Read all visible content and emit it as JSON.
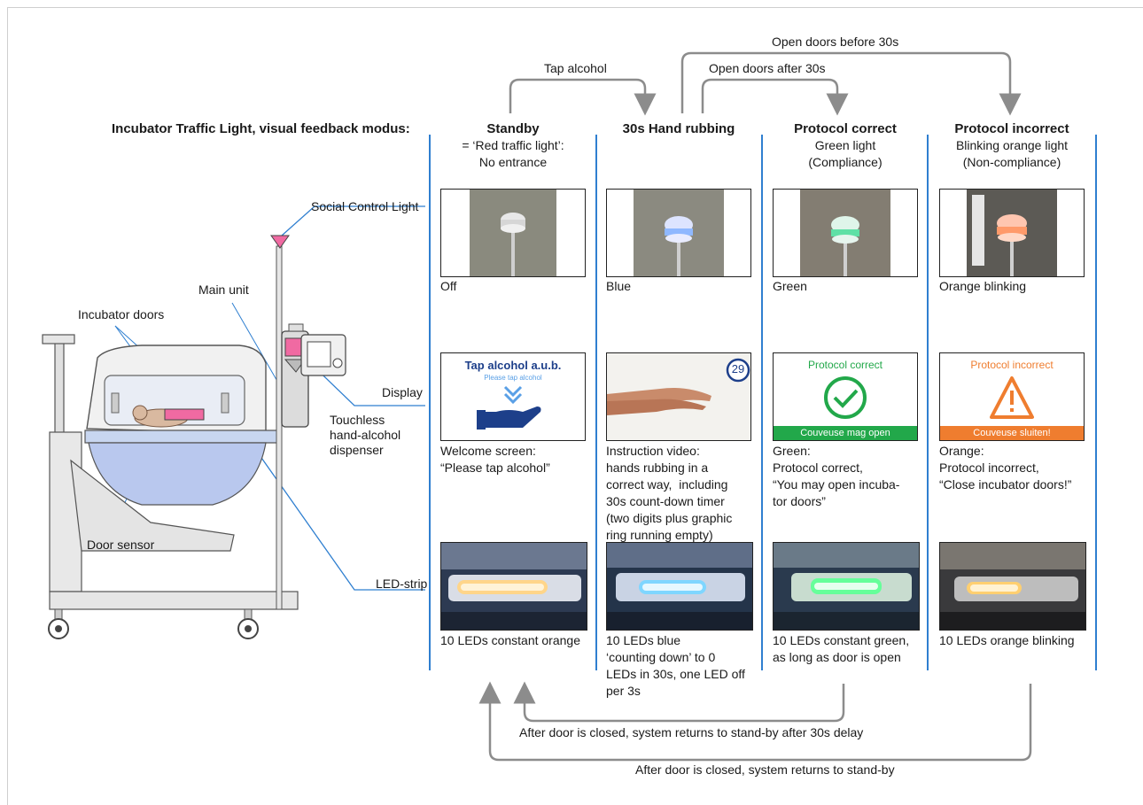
{
  "header": {
    "row_title": "Incubator Traffic Light, visual feedback modus:"
  },
  "transitions": {
    "tap_alcohol": "Tap alcohol",
    "open_before": "Open doors before 30s",
    "open_after": "Open doors after 30s",
    "return_delay": "After door is closed, system returns to stand-by after 30s delay",
    "return": "After door is closed, system returns to stand-by"
  },
  "device_labels": {
    "social_light": "Social Control Light",
    "main_unit": "Main unit",
    "incubator_doors": "Incubator doors",
    "display": "Display",
    "dispenser": "Touchless\nhand-alcohol\ndispenser",
    "door_sensor": "Door sensor",
    "led_strip": "LED-strip"
  },
  "columns": [
    {
      "title": "Standby",
      "subtitle": "= ‘Red traffic light’:\nNo entrance",
      "light_caption": "Off",
      "light_color": "#e8e8e8",
      "display_heading": "Tap alcohol a.u.b.",
      "display_subheading": "Please tap alcohol",
      "display_caption": "Welcome screen:\n“Please tap alcohol”",
      "led_caption": "10 LEDs constant orange",
      "led_color": "#ffd58a"
    },
    {
      "title": "30s Hand rubbing",
      "subtitle": "",
      "light_caption": "Blue",
      "light_color": "#8fb8ff",
      "display_timer": "29",
      "display_caption": "Instruction video:\nhands rubbing in a\ncorrect way,  including\n30s count-down timer\n(two digits plus graphic\nring running empty)",
      "led_caption": "10 LEDs blue\n‘counting down’ to 0\nLEDs in 30s, one LED off\nper 3s",
      "led_color": "#7fd6ff"
    },
    {
      "title": "Protocol correct",
      "subtitle": "Green light\n(Compliance)",
      "light_caption": "Green",
      "light_color": "#5fe0a6",
      "display_heading": "Protocol correct",
      "display_banner": "Couveuse mag open",
      "display_caption": "Green:\nProtocol correct,\n“You may open incuba-\ntor doors”",
      "led_caption": "10 LEDs constant green,\nas long as door is open",
      "led_color": "#66ff9a"
    },
    {
      "title": "Protocol incorrect",
      "subtitle": "Blinking orange light\n(Non-compliance)",
      "light_caption": "Orange blinking",
      "light_color": "#ff9a6a",
      "display_heading": "Protocol incorrect",
      "display_banner": "Couveuse sluiten!",
      "display_caption": "Orange:\nProtocol incorrect,\n“Close incubator doors!”",
      "led_caption": "10 LEDs orange blinking",
      "led_color": "#ffcf70"
    }
  ],
  "colors": {
    "accent_blue": "#2f7fd0",
    "arrow_gray": "#8c8c8c",
    "correct_green": "#22a84a",
    "incorrect_orange": "#ef7d2f",
    "display_navy": "#1d3f8a",
    "light_pink": "#f06aa2"
  },
  "icons": [
    "checkmark-icon",
    "warning-icon",
    "hand-icon",
    "chevron-down-icon"
  ]
}
